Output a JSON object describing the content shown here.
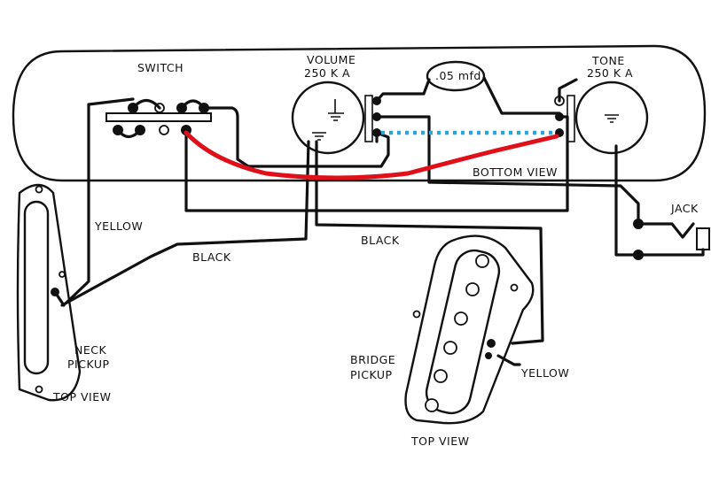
{
  "labels": {
    "switch": "SWITCH",
    "volume": "VOLUME",
    "volume_value": "250 K A",
    "capacitor": ".05 mfd",
    "tone": "TONE",
    "tone_value": "250 K A",
    "bottom_view": "BOTTOM VIEW",
    "jack": "JACK",
    "yellow_neck": "YELLOW",
    "black_neck": "BLACK",
    "black_bridge": "BLACK",
    "neck_pickup_line1": "NECK",
    "neck_pickup_line2": "PICKUP",
    "neck_top_view": "TOP VIEW",
    "bridge_pickup_line1": "BRIDGE",
    "bridge_pickup_line2": "PICKUP",
    "bridge_top_view": "TOP VIEW",
    "yellow_bridge": "YELLOW"
  },
  "colors": {
    "ink": "#111111",
    "red_wire": "#e0101a",
    "blue_wire": "#27a6e0",
    "background": "#ffffff"
  }
}
